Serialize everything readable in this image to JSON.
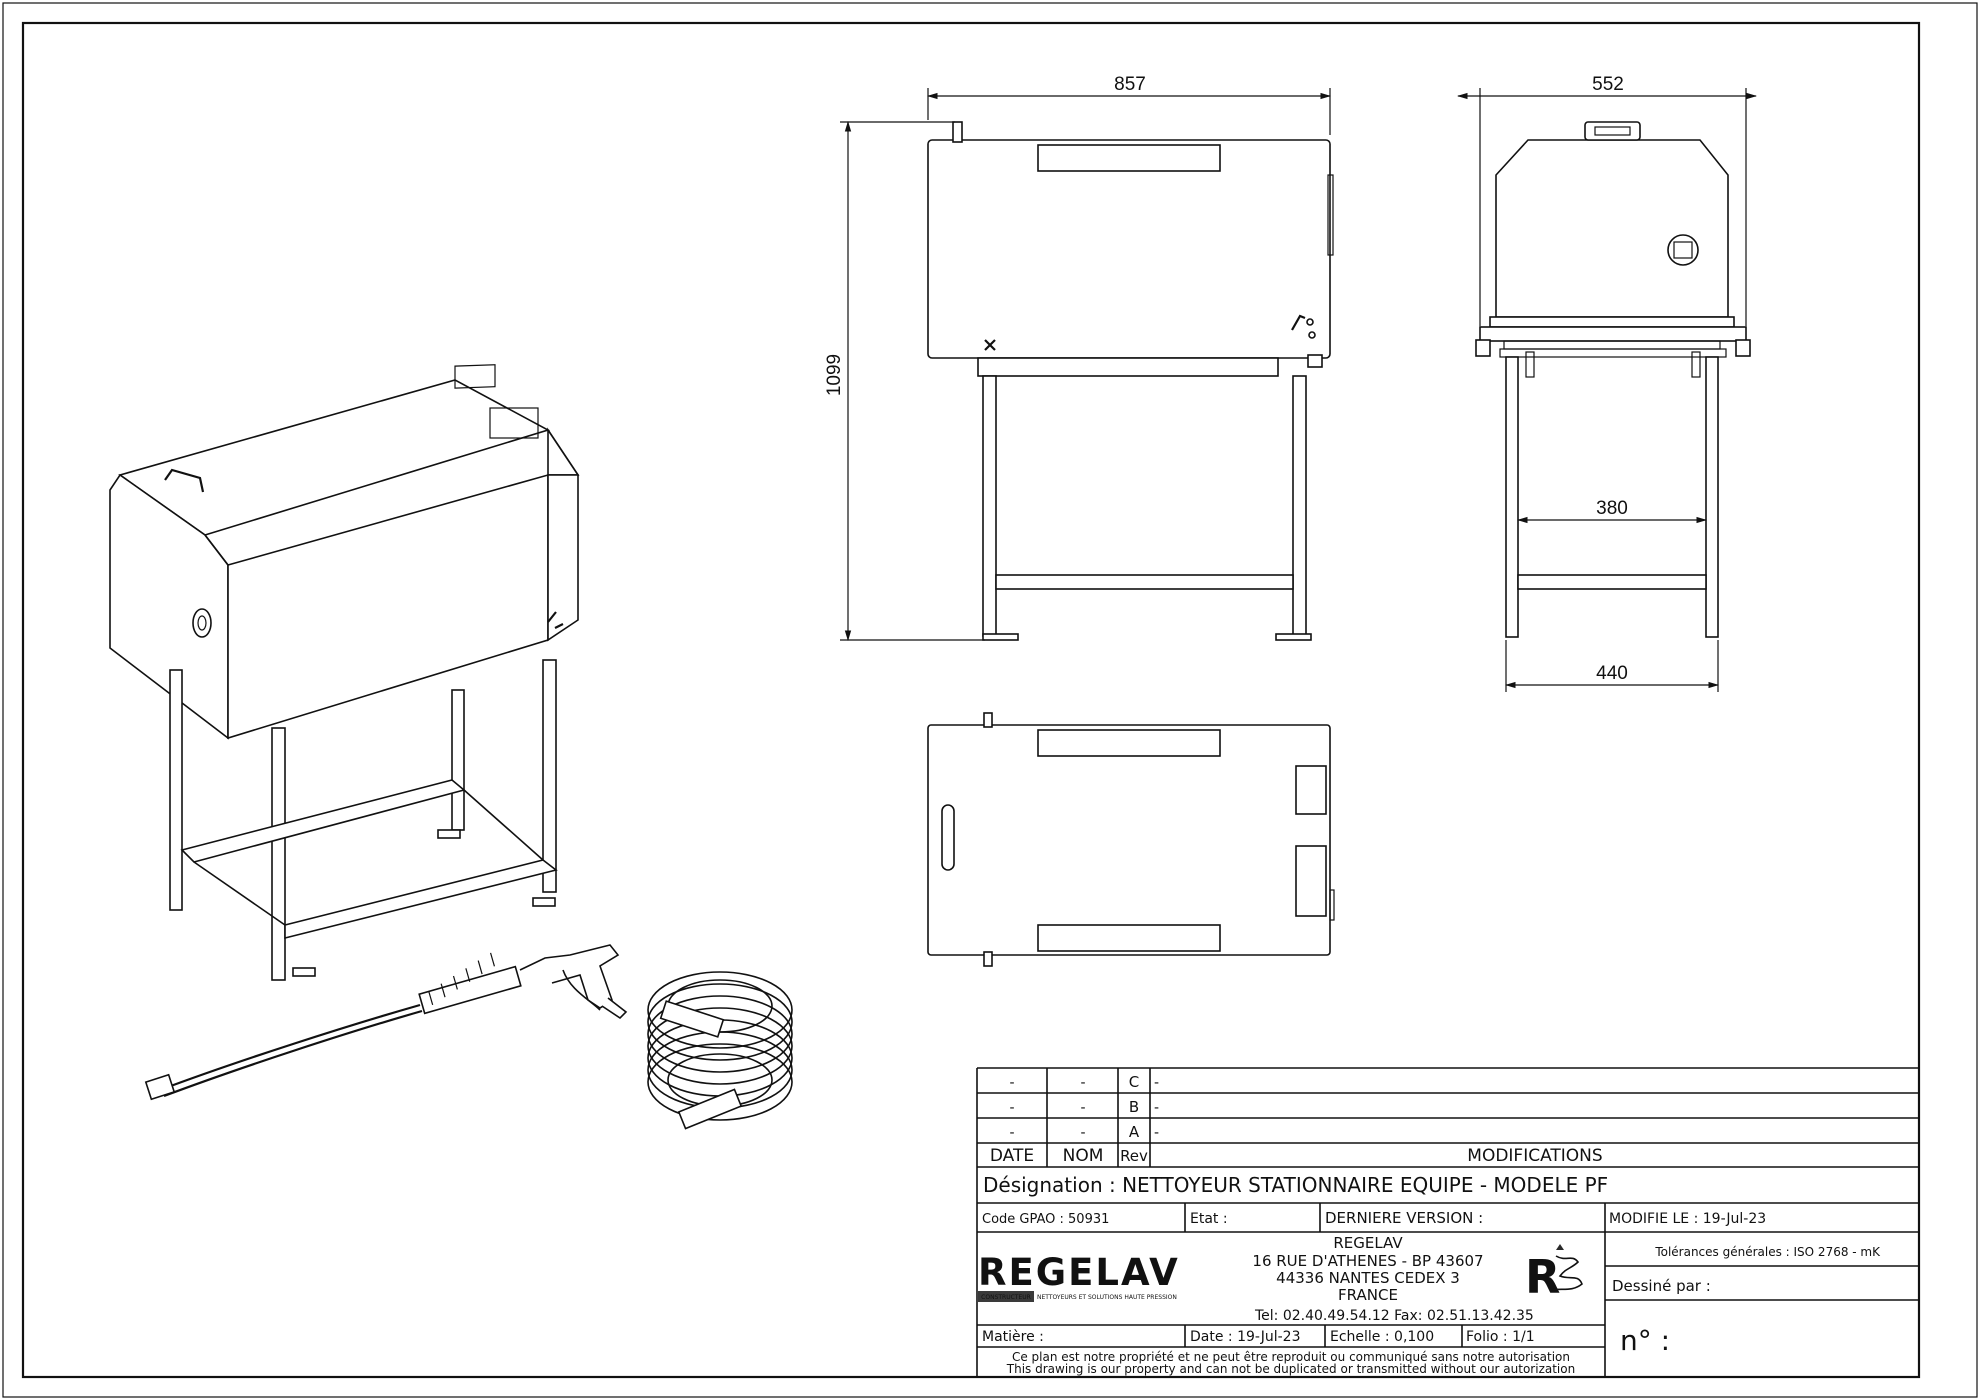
{
  "dimensions": {
    "width_front": "857",
    "width_side": "552",
    "height": "1099",
    "inner_width": "380",
    "leg_width": "440"
  },
  "title_block": {
    "revisions": [
      {
        "date": "-",
        "nom": "-",
        "rev": "C",
        "mod": "-"
      },
      {
        "date": "-",
        "nom": "-",
        "rev": "B",
        "mod": "-"
      },
      {
        "date": "-",
        "nom": "-",
        "rev": "A",
        "mod": "-"
      }
    ],
    "header_date": "DATE",
    "header_nom": "NOM",
    "header_rev": "Rev",
    "header_modifications": "MODIFICATIONS",
    "designation": "Désignation : NETTOYEUR STATIONNAIRE EQUIPE - MODELE PF",
    "code_gpao": "Code GPAO : 50931",
    "etat": "Etat :",
    "derniere_version": "DERNIERE VERSION :",
    "modifie_le": "MODIFIE LE : 19-Jul-23",
    "logo_text": "REGELAV",
    "logo_badge": "CONSTRUCTEUR",
    "logo_tagline": "NETTOYEURS ET SOLUTIONS HAUTE PRESSION",
    "company_name": "REGELAV",
    "address_1": "16 RUE D'ATHENES - BP 43607",
    "address_2": "44336 NANTES CEDEX 3",
    "country": "FRANCE",
    "phone": "Tel:   02.40.49.54.12   Fax:   02.51.13.42.35",
    "tolerances": "Tolérances générales : ISO 2768 - mK",
    "dessine_par": "Dessiné par :",
    "matiere": "Matière :",
    "date": "Date : 19-Jul-23",
    "echelle": "Echelle : 0,100",
    "folio": "Folio : 1/1",
    "numero": "n° :",
    "legal_fr": "Ce plan est notre propriété et ne peut être reproduit ou communiqué sans notre autorisation",
    "legal_en": "This drawing is our property and can not be duplicated or transmitted without our autorization"
  },
  "icons": [
    "regelav-r-logo-icon"
  ]
}
